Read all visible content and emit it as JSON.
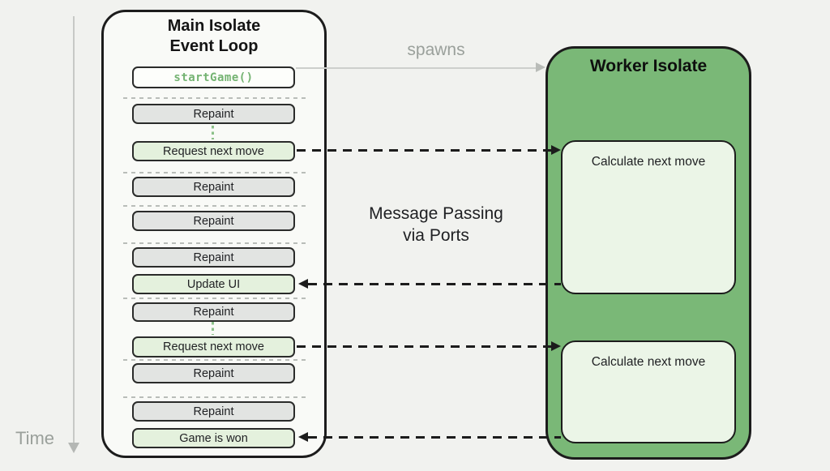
{
  "time_axis": {
    "label": "Time"
  },
  "main_isolate": {
    "title_line1": "Main Isolate",
    "title_line2": "Event Loop",
    "boxes": [
      {
        "label": "startGame()",
        "type": "code"
      },
      {
        "label": "Repaint",
        "type": "repaint"
      },
      {
        "label": "Request next move",
        "type": "message-out"
      },
      {
        "label": "Repaint",
        "type": "repaint"
      },
      {
        "label": "Repaint",
        "type": "repaint"
      },
      {
        "label": "Repaint",
        "type": "repaint"
      },
      {
        "label": "Update UI",
        "type": "message-in"
      },
      {
        "label": "Repaint",
        "type": "repaint"
      },
      {
        "label": "Request next move",
        "type": "message-out"
      },
      {
        "label": "Repaint",
        "type": "repaint"
      },
      {
        "label": "Repaint",
        "type": "repaint"
      },
      {
        "label": "Game is won",
        "type": "message-in"
      }
    ]
  },
  "worker_isolate": {
    "title": "Worker Isolate",
    "tasks": [
      {
        "label": "Calculate next move"
      },
      {
        "label": "Calculate next move"
      }
    ]
  },
  "annotations": {
    "spawns": "spawns",
    "message_passing_line1": "Message Passing",
    "message_passing_line2": "via Ports"
  },
  "colors": {
    "background": "#f1f2ef",
    "main_panel_fill": "#f9faf7",
    "worker_green": "#7ab877",
    "task_fill": "#ebf5e7",
    "action_green_fill": "#e4f1dd",
    "repaint_gray_fill": "#e2e4e2",
    "code_text_green": "#74b372",
    "border_dark": "#1c1c1c",
    "gray_text": "#9aa09b",
    "spawn_arrow_gray": "#c9cbc8",
    "connector_green": "#8cc189"
  }
}
